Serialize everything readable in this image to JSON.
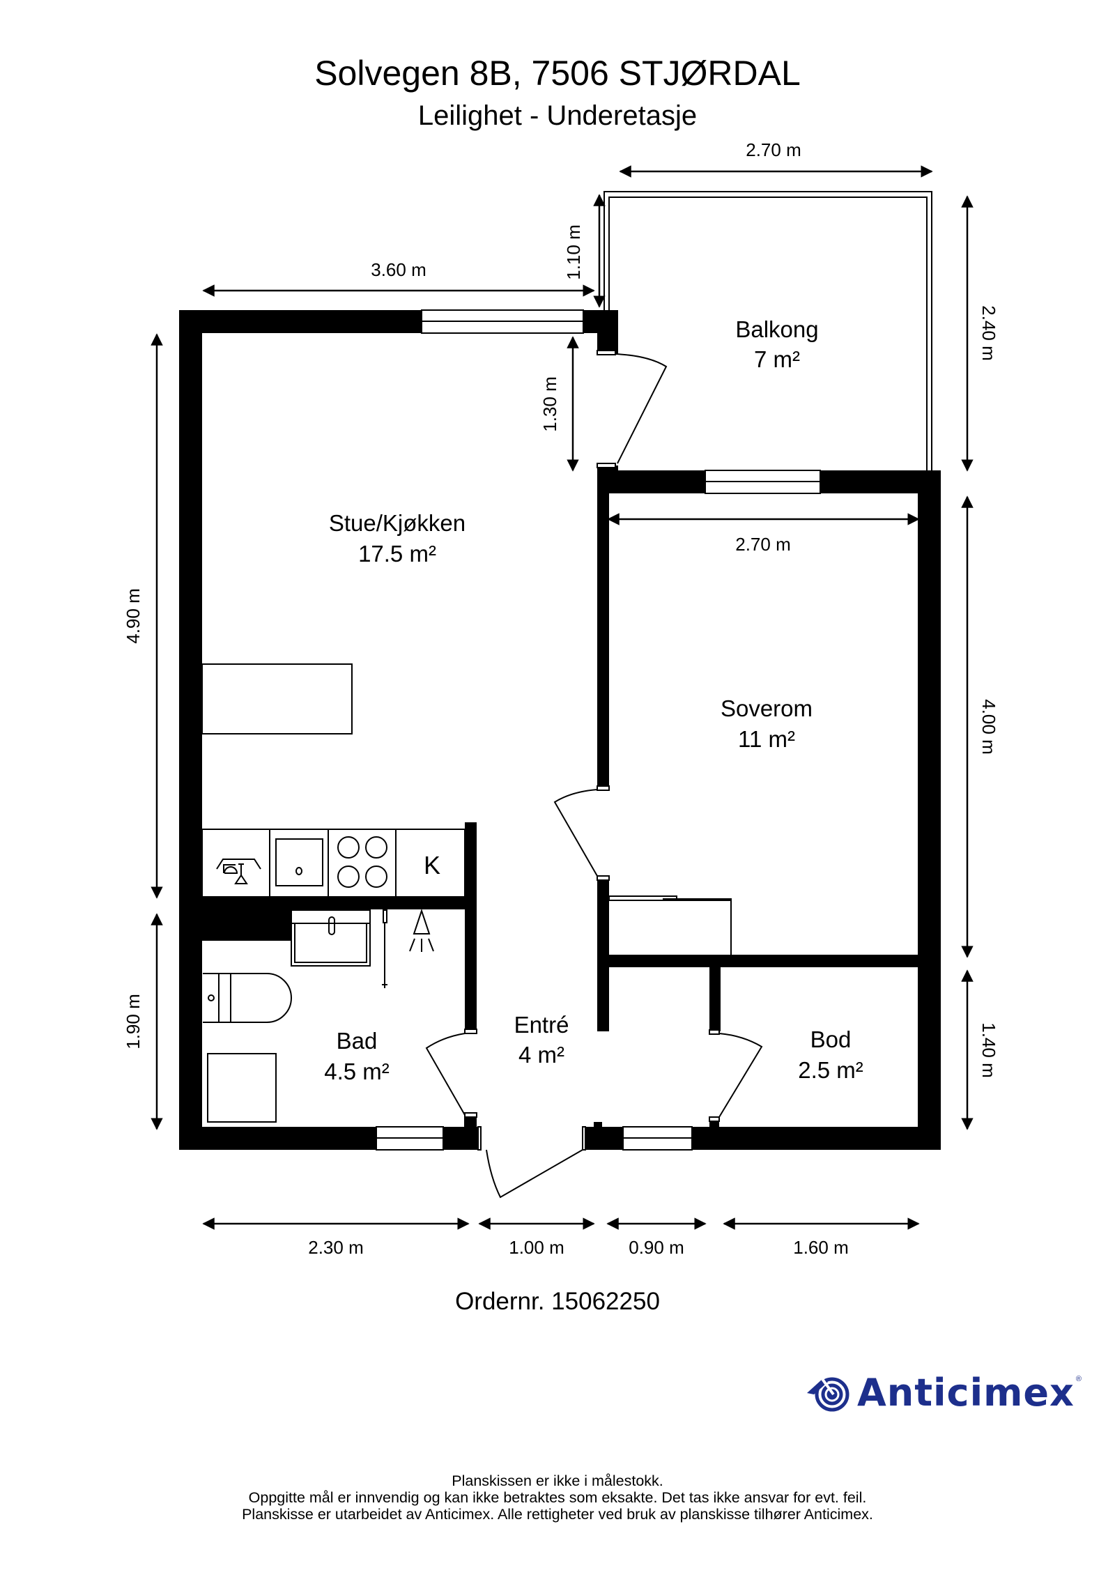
{
  "header": {
    "address": "Solvegen 8B, 7506 STJØRDAL",
    "subtitle": "Leilighet - Underetasje"
  },
  "rooms": [
    {
      "name": "Stue/Kjøkken",
      "area": "17.5 m²"
    },
    {
      "name": "Balkong",
      "area": "7 m²"
    },
    {
      "name": "Soverom",
      "area": "11 m²"
    },
    {
      "name": "Entré",
      "area": "4 m²"
    },
    {
      "name": "Bad",
      "area": "4.5 m²"
    },
    {
      "name": "Bod",
      "area": "2.5 m²"
    }
  ],
  "dimensions": {
    "balcony_top_width": "2.70 m",
    "balcony_offset_height": "1.10 m",
    "top_width": "3.60 m",
    "balcony_right_height": "2.40 m",
    "door_offset_height": "1.30 m",
    "bedroom_width": "2.70 m",
    "left_height_upper": "4.90 m",
    "left_height_lower": "1.90 m",
    "right_height_bedroom": "4.00 m",
    "right_height_bod": "1.40 m",
    "bottom": [
      "2.30 m",
      "1.00 m",
      "0.90 m",
      "1.60 m"
    ]
  },
  "fixtures": {
    "fridge_label": "K"
  },
  "footer": {
    "order_number": "Ordernr. 15062250",
    "brand": "Anticimex",
    "brand_color": "#1d2f8c",
    "registered_mark": "®",
    "disclaimer": [
      "Planskissen er ikke i målestokk.",
      "Oppgitte mål er innvendig og kan ikke betraktes som eksakte. Det tas ikke ansvar for evt. feil.",
      "Planskisse er utarbeidet av Anticimex. Alle rettigheter ved bruk av planskisse tilhører Anticimex."
    ]
  }
}
